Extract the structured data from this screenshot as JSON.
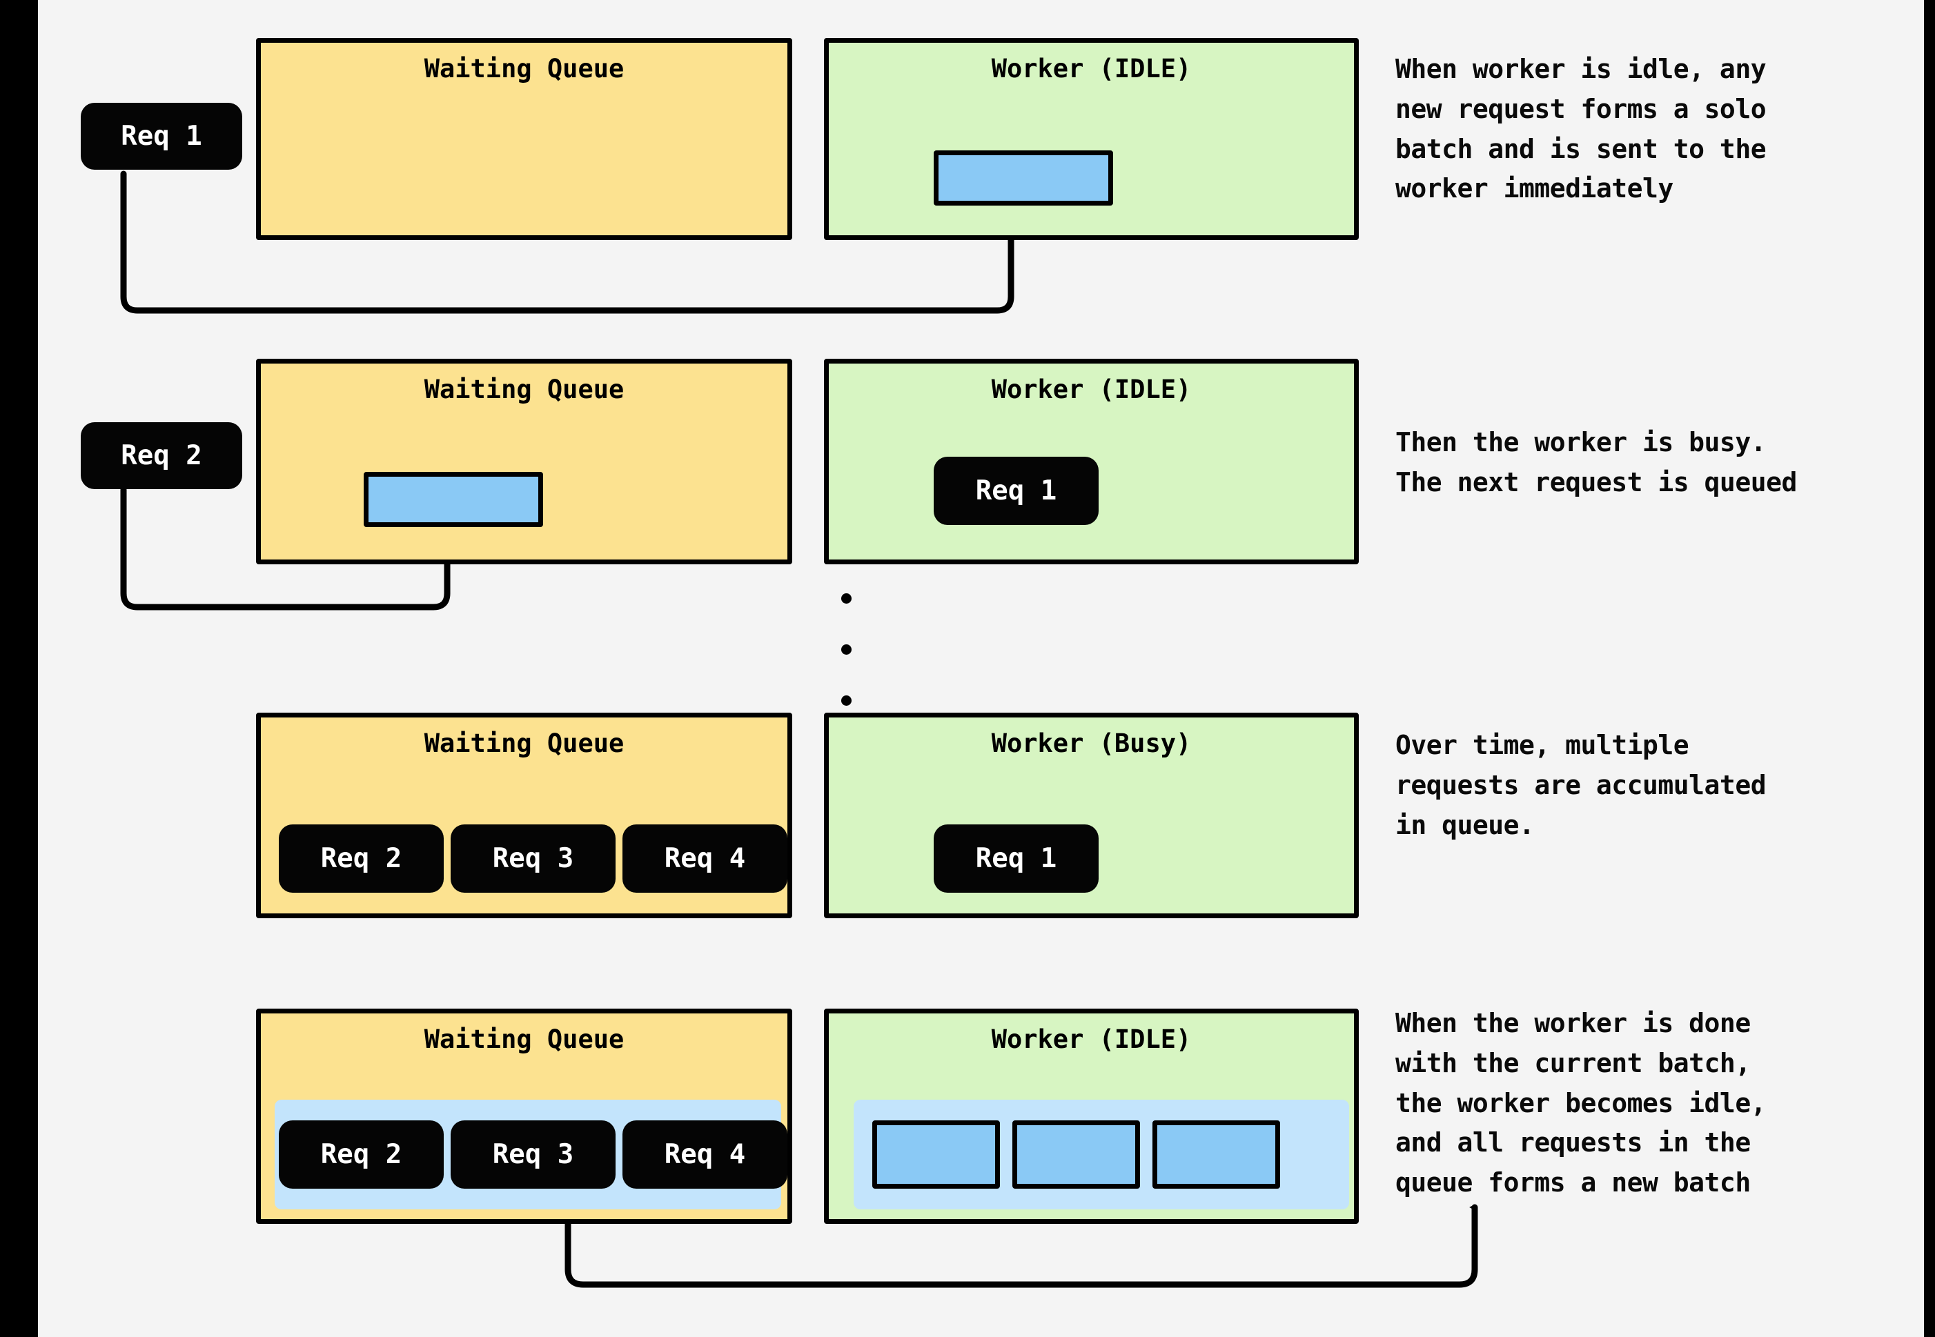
{
  "canvas": {
    "background": "#f4f4f4",
    "frame_color": "#000000"
  },
  "palette": {
    "queue_fill": "#fce290",
    "worker_fill": "#d7f5c2",
    "slot_fill": "#8ac9f5",
    "batch_fill": "#c3e4fc",
    "pill_fill": "#050505",
    "stroke": "#000000",
    "pill_text": "#ffffff"
  },
  "rows": [
    {
      "id": "row-1",
      "queue": {
        "title": "Waiting Queue",
        "pills": [],
        "slots": [],
        "batch": false
      },
      "worker": {
        "title": "Worker (IDLE)",
        "pills": [],
        "slots": [
          "slot-1"
        ],
        "batch": false
      },
      "incoming_request": "Req 1",
      "note": "When worker is idle, any\nnew request forms a solo\nbatch and is sent to the\nworker immediately"
    },
    {
      "id": "row-2",
      "queue": {
        "title": "Waiting Queue",
        "pills": [],
        "slots": [
          "slot-1"
        ],
        "batch": false
      },
      "worker": {
        "title": "Worker (IDLE)",
        "pills": [
          "Req 1"
        ],
        "slots": [],
        "batch": false
      },
      "incoming_request": "Req 2",
      "note": "Then the worker is busy.\nThe next request is queued"
    },
    {
      "id": "row-3",
      "queue": {
        "title": "Waiting Queue",
        "pills": [
          "Req 2",
          "Req 3",
          "Req 4"
        ],
        "slots": [],
        "batch": false
      },
      "worker": {
        "title": "Worker (Busy)",
        "pills": [
          "Req 1"
        ],
        "slots": [],
        "batch": false
      },
      "incoming_request": null,
      "note": "Over time, multiple\nrequests are accumulated\nin queue."
    },
    {
      "id": "row-4",
      "queue": {
        "title": "Waiting Queue",
        "pills": [
          "Req 2",
          "Req 3",
          "Req 4"
        ],
        "slots": [],
        "batch": true
      },
      "worker": {
        "title": "Worker (IDLE)",
        "pills": [],
        "slots": [
          "slot-1",
          "slot-2",
          "slot-3"
        ],
        "batch": true
      },
      "incoming_request": null,
      "note": "When the worker is done\nwith the current batch,\nthe worker becomes idle,\nand all requests in the\nqueue forms a new batch"
    }
  ],
  "ellipsis": {
    "count": 3,
    "label": "vertical-ellipsis"
  }
}
